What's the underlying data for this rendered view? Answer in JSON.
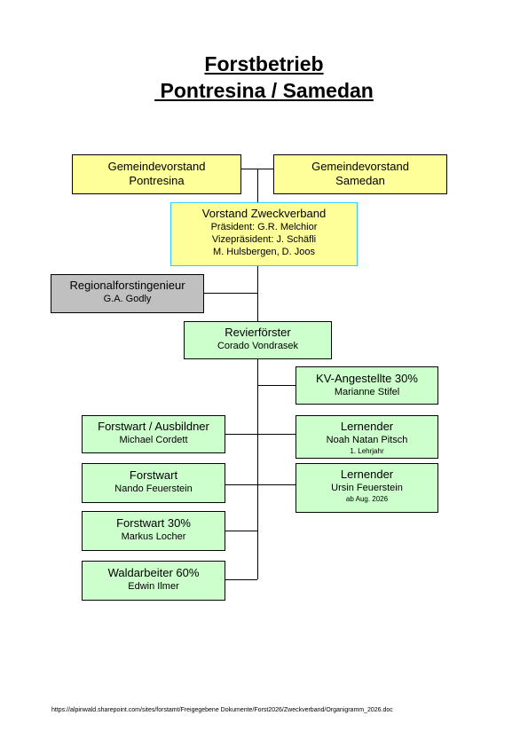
{
  "title": {
    "line1": "Forstbetrieb",
    "line2": " Pontresina / Samedan"
  },
  "nodes": {
    "gv_pontresina": {
      "line1": "Gemeindevorstand",
      "line2": "Pontresina"
    },
    "gv_samedan": {
      "line1": "Gemeindevorstand",
      "line2": "Samedan"
    },
    "vorstand": {
      "line1": "Vorstand Zweckverband",
      "line2": "Präsident: G.R. Melchior",
      "line3": "Vizepräsident: J. Schäfli",
      "line4": "M. Hulsbergen, D. Joos"
    },
    "regional": {
      "line1": "Regionalforstingenieur",
      "line2": "G.A. Godly"
    },
    "revier": {
      "line1": "Revierförster",
      "line2": "Corado Vondrasek"
    },
    "kv": {
      "line1": "KV-Angestellte 30%",
      "line2": "Marianne Stifel"
    },
    "ausbildner": {
      "line1": "Forstwart / Ausbildner",
      "line2": "Michael Cordett"
    },
    "lernender1": {
      "line1": "Lernender",
      "line2": "Noah Natan Pitsch",
      "line3": "1. Lehrjahr"
    },
    "forstwart": {
      "line1": "Forstwart",
      "line2": "Nando Feuerstein"
    },
    "lernender2": {
      "line1": "Lernender",
      "line2": "Ursin Feuerstein",
      "line3": "ab Aug. 2026"
    },
    "forstwart30": {
      "line1": "Forstwart 30%",
      "line2": "Markus Locher"
    },
    "waldarbeiter": {
      "line1": "Waldarbeiter 60%",
      "line2": "Edwin Ilmer"
    }
  },
  "footer": "https://alpinwald.sharepoint.com/sites/forstamt/Freigegebene Dokumente/Forst2026/Zweckverband/Organigramm_2026.doc",
  "colors": {
    "council": "#ffff99",
    "staff": "#ccffcc",
    "external": "#c0c0c0",
    "highlight_border": "#33ccff"
  }
}
